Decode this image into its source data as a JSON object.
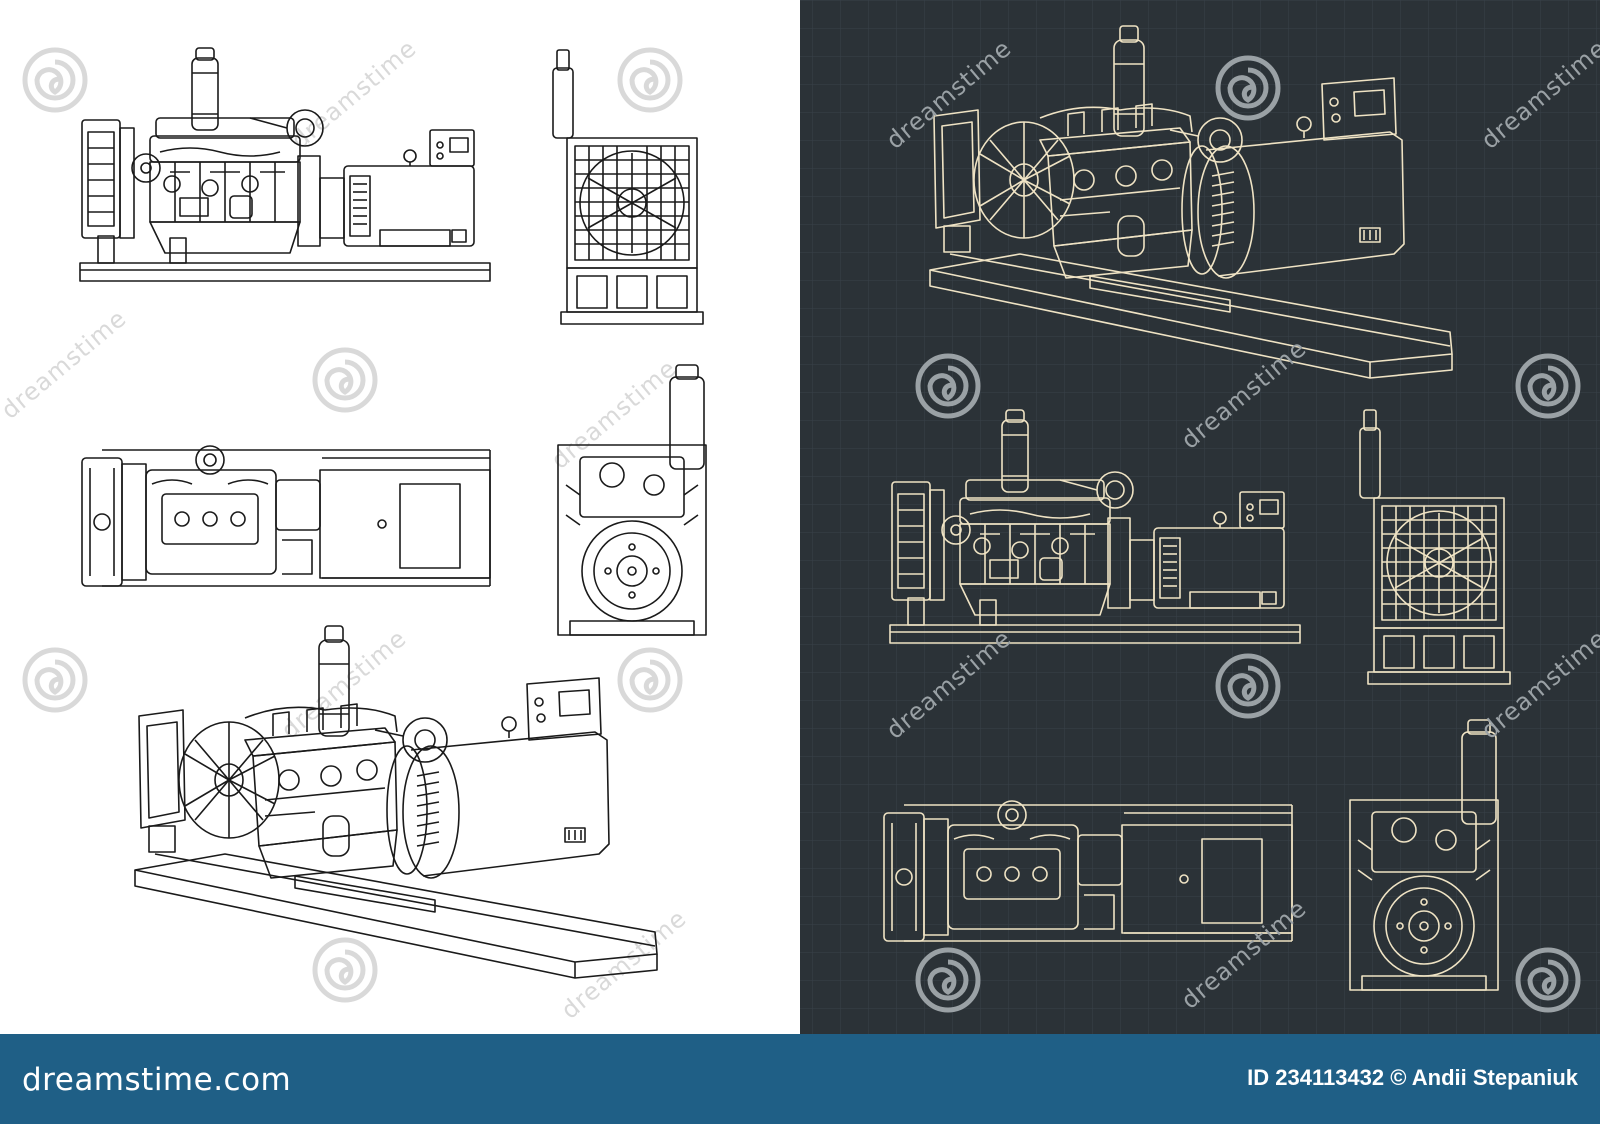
{
  "watermark": {
    "text": "dreamstime",
    "light_color": "#d9d9d9",
    "dark_color": "#9aa1a5",
    "logo_icon": "dreamstime-spiral-logo"
  },
  "panels": {
    "light": {
      "background": "#ffffff",
      "line_color": "#1a1a1a"
    },
    "dark": {
      "background": "#2b3237",
      "line_color": "#efe3c4",
      "grid_color": "#38414a"
    }
  },
  "views": [
    "side-elevation",
    "front-radiator-view",
    "top-plan-view",
    "rear-alternator-view",
    "perspective-view"
  ],
  "footer": {
    "brand": "dreamstime.com",
    "credit": "ID 234113432 © Andii Stepaniuk",
    "background": "#1f5f86"
  }
}
